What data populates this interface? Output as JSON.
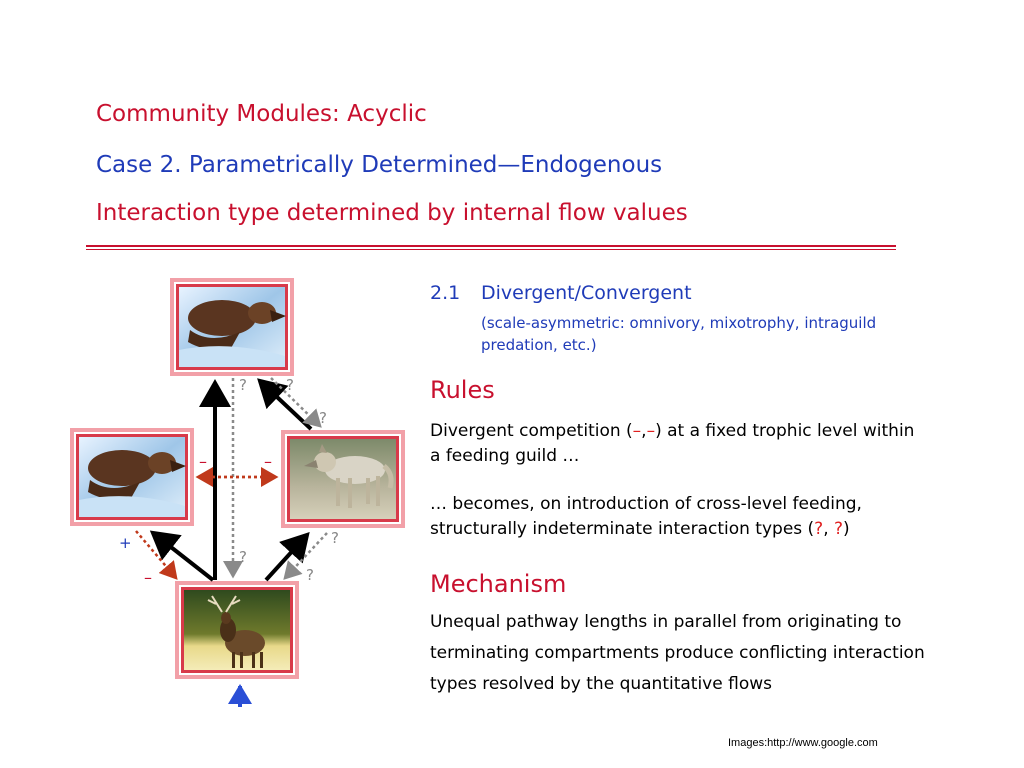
{
  "header": {
    "title": "Community Modules: Acyclic",
    "case": "Case 2. Parametrically Determined—Endogenous",
    "subtitle": "Interaction type determined by internal flow values"
  },
  "section": {
    "number": "2.1",
    "title": "Divergent/Convergent",
    "note": "(scale-asymmetric: omnivory, mixotrophy, intraguild predation, etc.)"
  },
  "rules": {
    "heading": "Rules",
    "p1_a": "Divergent competition (",
    "p1_sign1": "–",
    "p1_comma": ",",
    "p1_sign2": "–",
    "p1_b": ") at a fixed trophic level within a feeding guild …",
    "p2_a": "… becomes, on introduction of cross-level feeding, structurally indeterminate interaction types (",
    "p2_q1": "?",
    "p2_comma": ", ",
    "p2_q2": "?",
    "p2_b": ")"
  },
  "mechanism": {
    "heading": "Mechanism",
    "text": "Unequal pathway lengths in parallel from originating to terminating compartments produce conflicting interaction types resolved by the quantitative flows"
  },
  "credit": "Images:http://www.google.com",
  "diagram": {
    "labels": {
      "q_top_left": "?",
      "q_top_right": "?",
      "q_wolf_top": "?",
      "q_center": "?",
      "q_wolf_bottom": "?",
      "q_elk_right": "?",
      "minus_left": "–",
      "minus_right": "–",
      "plus_left": "+",
      "minus_bottom_left": "–"
    },
    "images": {
      "top": "bear",
      "left": "bear",
      "right": "wolf",
      "bottom": "elk"
    },
    "colors": {
      "frame_outer": "#f2a0a8",
      "frame_inner": "#d83a4a",
      "arrow": "#000000",
      "dotted_red": "#c0391b",
      "dotted_gray": "#8a8a8a",
      "input_arrow": "#2a4fd6"
    }
  }
}
